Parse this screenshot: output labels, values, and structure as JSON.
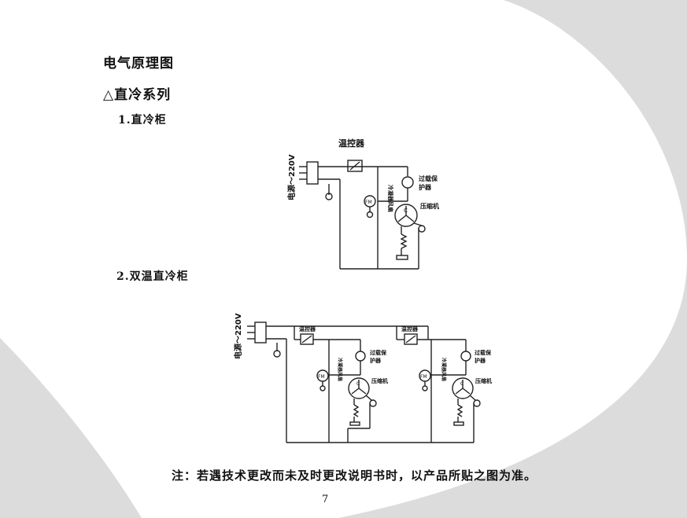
{
  "page": {
    "title": "电气原理图",
    "subtitle": "△直冷系列",
    "section1_label": "1.直冷柜",
    "section2_label": "2.双温直冷柜",
    "note": "注：若遇技术更改而未及时更改说明书时，以产品所贴之图为准。",
    "page_number": "7"
  },
  "diagram1": {
    "power_label": "电源～220V",
    "thermostat_label": "温控器",
    "overload_label_1": "过载保",
    "overload_label_2": "护器",
    "fan_label": "冷凝器风扇",
    "compressor_label": "压缩机",
    "fan_symbol": "FM",
    "compressor_symbol": "C"
  },
  "diagram2": {
    "power_label": "电源～220V",
    "thermostat_label": "温控器",
    "overload_label_1": "过载保",
    "overload_label_2": "护器",
    "fan_label": "冷凝器风扇",
    "compressor_label": "压缩机",
    "fan_symbol": "FM",
    "compressor_symbol": "C"
  },
  "colors": {
    "background_gray": "#dcdcdc",
    "page_white": "#ffffff",
    "ink": "#111111"
  }
}
